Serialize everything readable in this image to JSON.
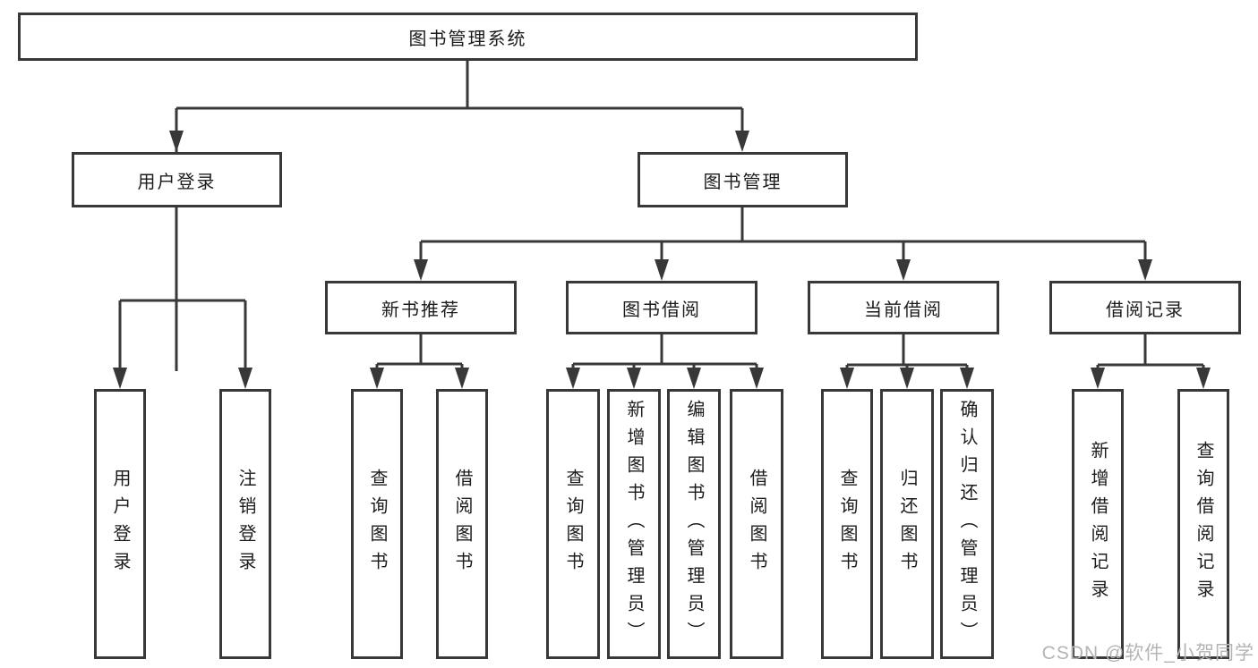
{
  "colors": {
    "line": "#383838",
    "text": "#1C1C1C",
    "background": "#FFFFFF",
    "watermark": "#B4B4B4"
  },
  "watermark": {
    "text": "CSDN @软件_小贺同学"
  },
  "tree": {
    "label": "图书管理系统",
    "children": [
      {
        "label": "用户登录",
        "children": [
          {
            "label": "用户登录"
          },
          {
            "label": "注销登录"
          }
        ]
      },
      {
        "label": "图书管理",
        "children": [
          {
            "label": "新书推荐",
            "children": [
              {
                "label": "查询图书"
              },
              {
                "label": "借阅图书"
              }
            ]
          },
          {
            "label": "图书借阅",
            "children": [
              {
                "label": "查询图书"
              },
              {
                "label": "新增图书（管理员）"
              },
              {
                "label": "编辑图书（管理员）"
              },
              {
                "label": "借阅图书"
              }
            ]
          },
          {
            "label": "当前借阅",
            "children": [
              {
                "label": "查询图书"
              },
              {
                "label": "归还图书"
              },
              {
                "label": "确认归还（管理员）"
              }
            ]
          },
          {
            "label": "借阅记录",
            "children": [
              {
                "label": "新增借阅记录"
              },
              {
                "label": "查询借阅记录"
              }
            ]
          }
        ]
      }
    ]
  }
}
